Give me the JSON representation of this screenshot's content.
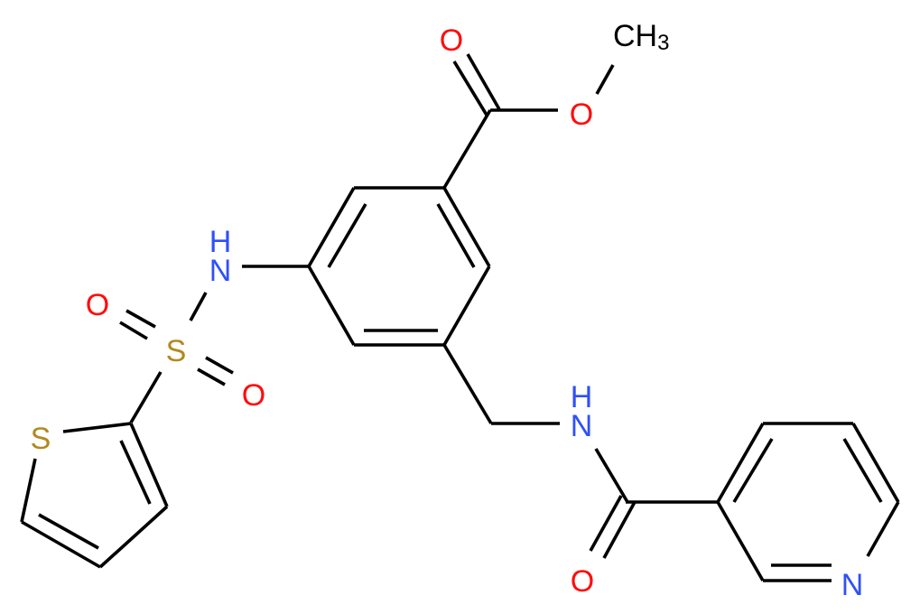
{
  "molecule": {
    "description": "2D skeletal structure diagram",
    "colors": {
      "bond": "#000000",
      "oxygen": "#ff0d0d",
      "nitrogen": "#3050f8",
      "sulfur": "#b2891f",
      "carbon": "#000000",
      "background": "#ffffff"
    },
    "labels": {
      "ester_carbonyl_O": "O",
      "ester_O": "O",
      "methyl": "CH",
      "methyl_sub": "3",
      "sulfonamide_H": "H",
      "sulfonamide_N": "N",
      "sulfonyl_O_left": "O",
      "sulfonyl_S": "S",
      "sulfonyl_O_right": "O",
      "thiophene_S": "S",
      "amide_H": "H",
      "amide_N": "N",
      "amide_O": "O",
      "pyridine_N": "N"
    },
    "fragments": [
      "methyl ester",
      "benzene ring (1,3,5-trisubstituted)",
      "sulfonamide NH",
      "sulfonyl (SO2)",
      "thiophene-2-yl",
      "methylene linker (CH2)",
      "amide NH",
      "amide carbonyl",
      "pyridin-3-yl"
    ]
  }
}
